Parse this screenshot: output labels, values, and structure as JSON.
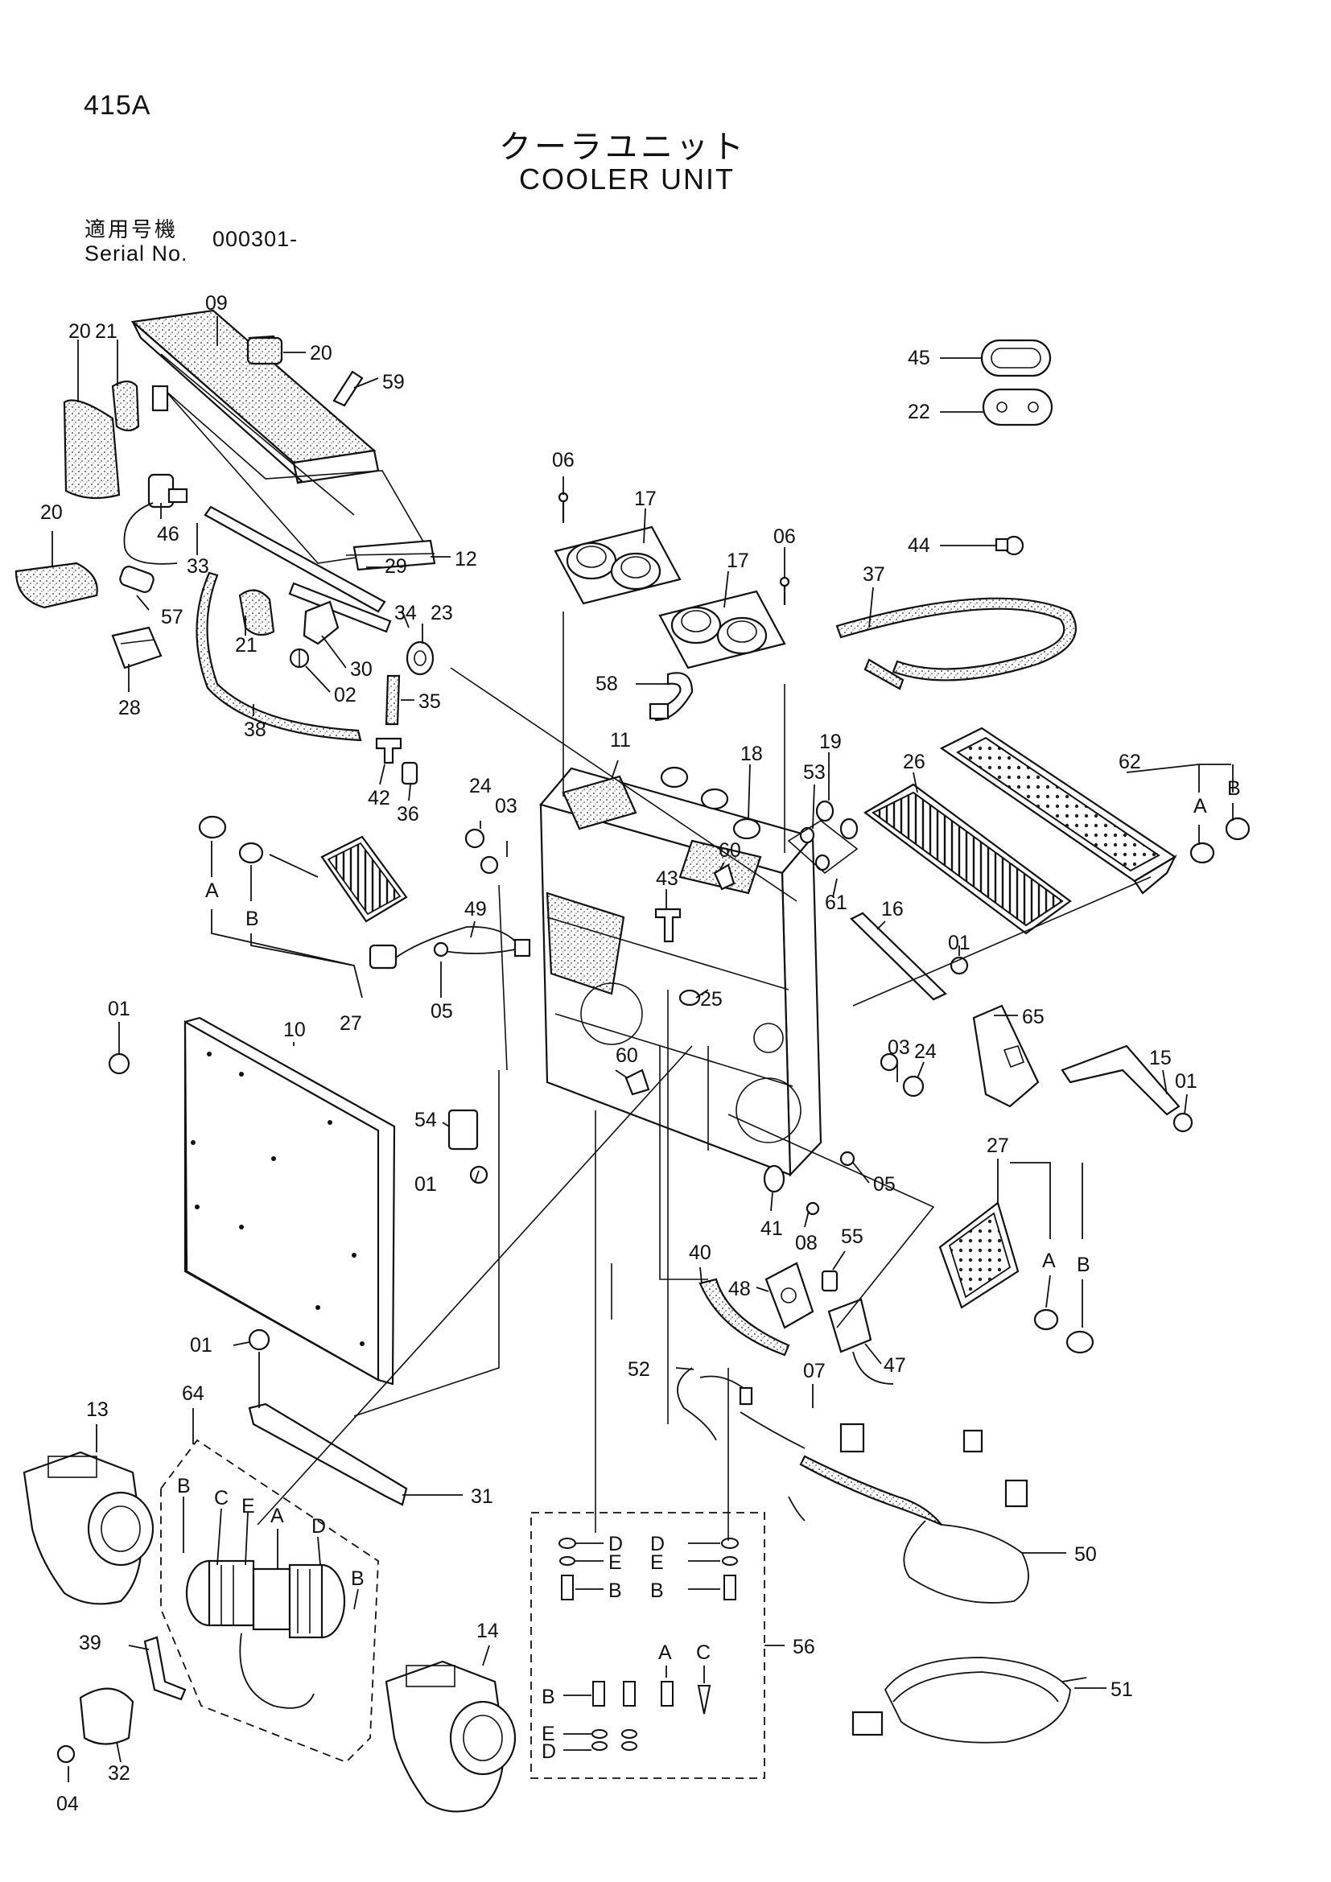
{
  "header": {
    "page_code": "415A",
    "title_jp": "クーラユニット",
    "title_en": "COOLER UNIT",
    "applicability_label_jp": "適用号機",
    "serial_label": "Serial No.",
    "serial_value": "000301-"
  },
  "callouts": {
    "c09": "09",
    "c20a": "20",
    "c59": "59",
    "c20b": "20",
    "c21a": "21",
    "c20c": "20",
    "c46": "46",
    "c33": "33",
    "c57": "57",
    "c29": "29",
    "c12": "12",
    "c28": "28",
    "c21b": "21",
    "c34": "34",
    "c23": "23",
    "c30": "30",
    "c02": "02",
    "c35": "35",
    "c38": "38",
    "c42": "42",
    "c36": "36",
    "c06a": "06",
    "c17a": "17",
    "c06b": "06",
    "c17b": "17",
    "c45": "45",
    "c22": "22",
    "c44": "44",
    "c37": "37",
    "c58": "58",
    "c11": "11",
    "c18": "18",
    "c19": "19",
    "c53": "53",
    "c26": "26",
    "c62": "62",
    "c24a": "24",
    "c03a": "03",
    "c60a": "60",
    "c61": "61",
    "cA1": "A",
    "cB1": "B",
    "cA2": "A",
    "cB2": "B",
    "c49": "49",
    "c43": "43",
    "c27a": "27",
    "c05a": "05",
    "c16": "16",
    "c01a": "01",
    "c25": "25",
    "c65": "65",
    "c01b": "01",
    "c10": "10",
    "c60b": "60",
    "c03b": "03",
    "c24b": "24",
    "c15": "15",
    "c01c": "01",
    "c54": "54",
    "c01d": "01",
    "c05b": "05",
    "c27b": "27",
    "c41": "41",
    "c08": "08",
    "c55": "55",
    "cA3": "A",
    "cB3": "B",
    "c40": "40",
    "c48": "48",
    "c47": "47",
    "c01e": "01",
    "c64": "64",
    "c52": "52",
    "c07": "07",
    "c13": "13",
    "c31": "31",
    "c50": "50",
    "cB4": "B",
    "cC1": "C",
    "cE1": "E",
    "cA4": "A",
    "cD1": "D",
    "cB5": "B",
    "cD2": "D",
    "cE2": "E",
    "cB6": "B",
    "cD3": "D",
    "cE3": "E",
    "cB7": "B",
    "c56": "56",
    "c39": "39",
    "c14": "14",
    "cA5": "A",
    "cC2": "C",
    "cB8": "B",
    "cE4": "E",
    "cD4": "D",
    "c51": "51",
    "c32": "32",
    "c04": "04"
  }
}
